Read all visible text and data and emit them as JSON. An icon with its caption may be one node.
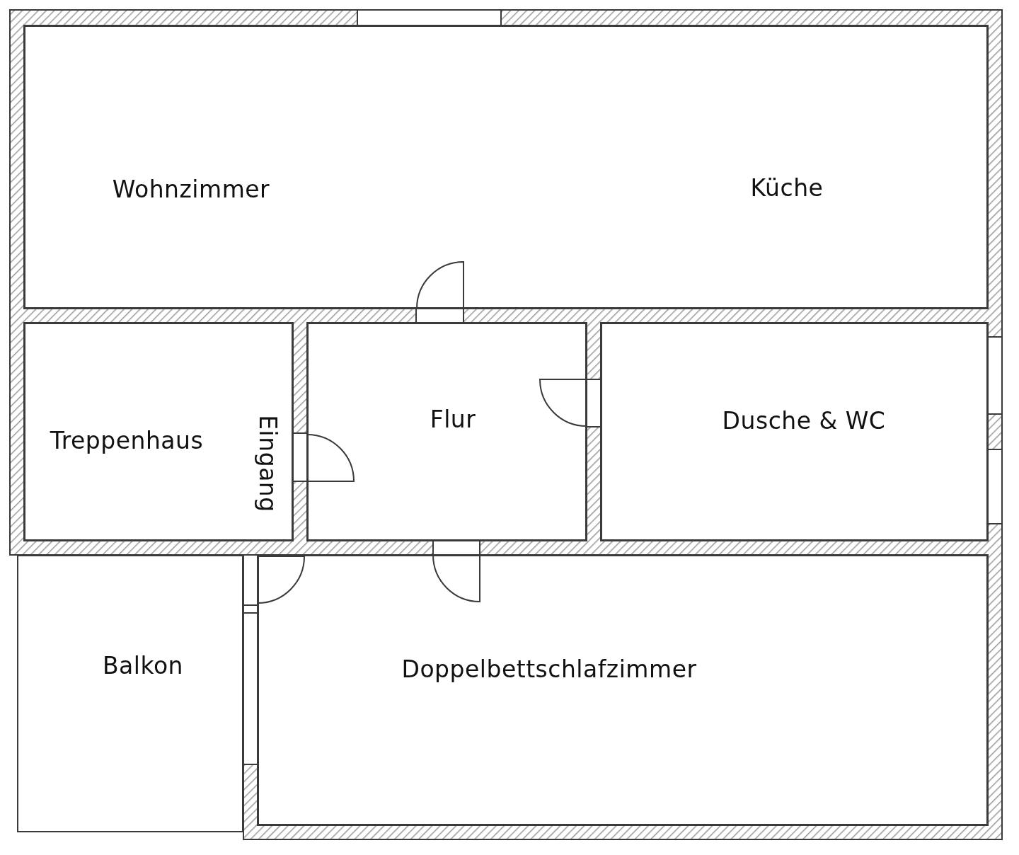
{
  "diagram": {
    "nodes": [
      {
        "text": [
          "Wohnzimmer",
          "Küche"
        ]
      },
      {
        "text": [
          "Treppenhaus"
        ]
      },
      {
        "text": [
          "Flur"
        ]
      },
      {
        "text": [
          "Dusche & WC"
        ]
      },
      {
        "text": [
          "Balkon"
        ]
      },
      {
        "text": [
          "Doppelbettschlafzimmer"
        ]
      }
    ],
    "labels": [
      "Eingang"
    ]
  }
}
